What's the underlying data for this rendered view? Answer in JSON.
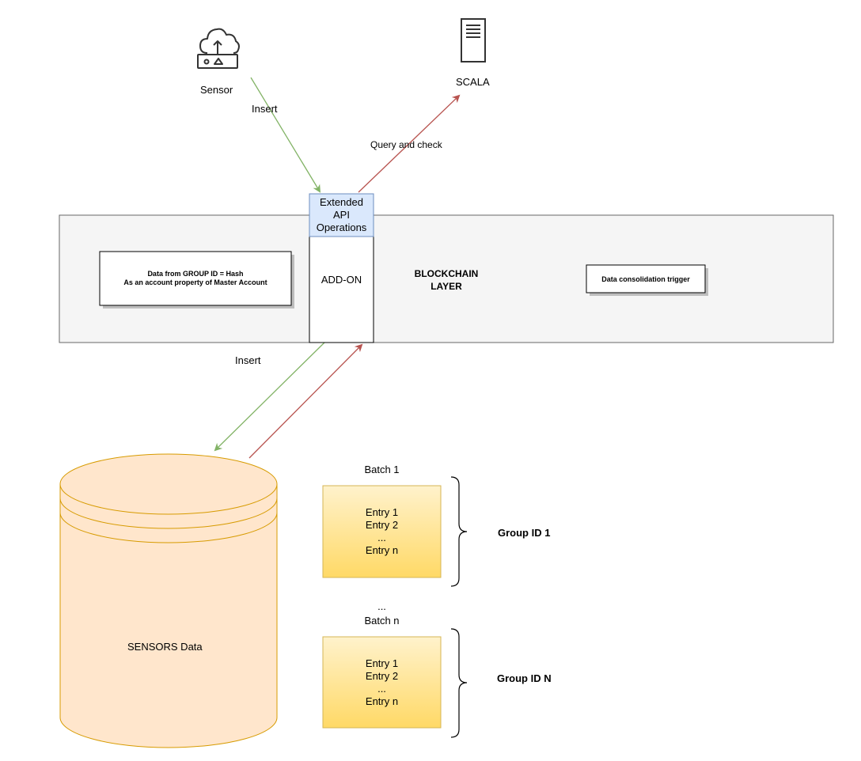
{
  "nodes": {
    "sensor": {
      "label": "Sensor",
      "icon": "cloud-sensor-icon"
    },
    "scala": {
      "label": "SCALA",
      "icon": "server-icon"
    },
    "extended_api": {
      "lines": [
        "Extended",
        "API",
        "Operations"
      ]
    },
    "addon": {
      "label": "ADD-ON"
    },
    "blockchain_layer": {
      "lines": [
        "BLOCKCHAIN",
        "LAYER"
      ]
    },
    "group_data": {
      "lines": [
        "Data from GROUP ID = Hash",
        "As an account property of Master Account"
      ]
    },
    "consolidation": {
      "label": "Data consolidation trigger"
    },
    "sensors_db": {
      "label": "SENSORS  Data"
    }
  },
  "edges": {
    "sensor_insert": {
      "label": "Insert",
      "color": "#82b366"
    },
    "query_check": {
      "label": "Query and check",
      "color": "#b85450"
    },
    "db_insert": {
      "label": "Insert",
      "color": "#82b366"
    },
    "db_return": {
      "color": "#b85450"
    }
  },
  "batches": [
    {
      "title": "Batch 1",
      "entries": [
        "Entry 1",
        "Entry 2",
        "...",
        "Entry n"
      ],
      "group": "Group ID 1"
    },
    {
      "title": "Batch n",
      "entries": [
        "Entry 1",
        "Entry 2",
        "...",
        "Entry n"
      ],
      "group": "Group ID N"
    }
  ],
  "ellipsis": "...",
  "colors": {
    "layer_fill": "#f5f5f5",
    "layer_stroke": "#666666",
    "api_fill": "#dae8fc",
    "api_stroke": "#6c8ebf",
    "db_fill": "#ffe6cc",
    "db_stroke": "#d79b00",
    "batch_fill_top": "#fff2cc",
    "batch_fill_bottom": "#ffd966",
    "batch_stroke": "#d6b656"
  }
}
